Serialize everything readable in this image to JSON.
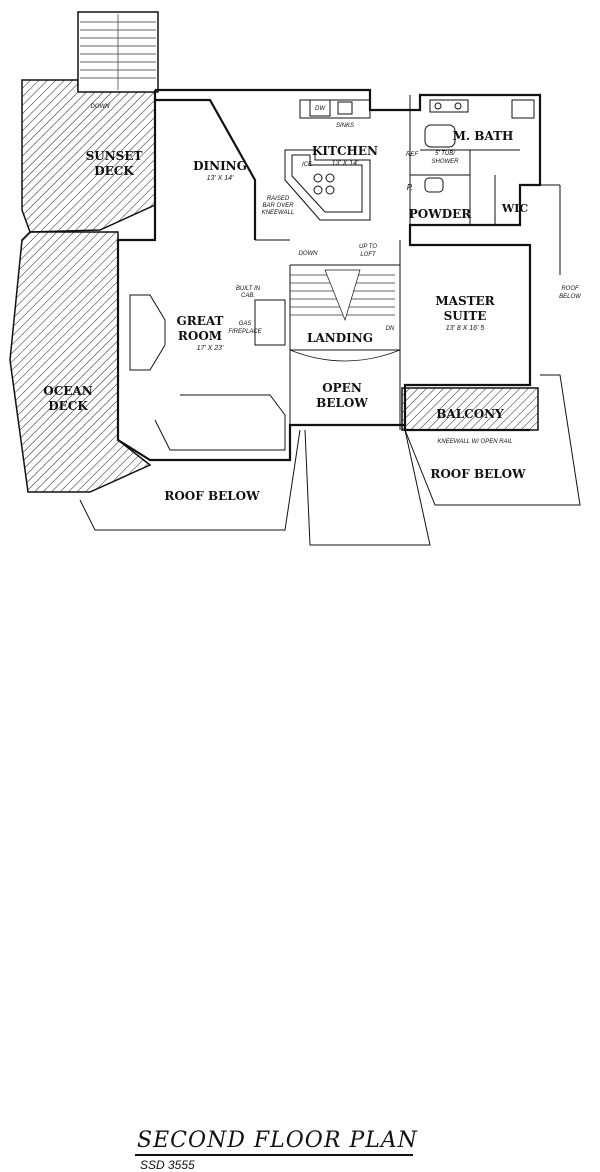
{
  "title": "SECOND FLOOR PLAN",
  "plan_code": "SSD 3555",
  "rooms": {
    "sunset_deck": [
      "SUNSET",
      "DECK"
    ],
    "dining": "DINING",
    "dining_dim": "13' X 14'",
    "kitchen": "KITCHEN",
    "kitchen_dim": "13' X 14'",
    "master_bath": "M. BATH",
    "powder": "POWDER",
    "wic": "WIC",
    "great_room": [
      "GREAT",
      "ROOM"
    ],
    "great_room_dim": "17' X 23'",
    "landing": "LANDING",
    "open_below": [
      "OPEN",
      "BELOW"
    ],
    "master_suite": [
      "MASTER",
      "SUITE"
    ],
    "master_suite_dim": "13' 8 X 16' 5",
    "ocean_deck": [
      "OCEAN",
      "DECK"
    ],
    "balcony": "BALCONY"
  },
  "notes": {
    "down_deck": "DOWN",
    "dw": "DW",
    "sinks": "SINKS",
    "ice": "ICE",
    "ref": "REF",
    "tub_shower": [
      "5' TUB/",
      "SHOWER"
    ],
    "p": "P.",
    "raised_bar": [
      "RAISED",
      "BAR OVER",
      "KNEEWALL"
    ],
    "down_stair": "DOWN",
    "up_to_loft": [
      "UP TO",
      "LOFT"
    ],
    "built_in_cab": [
      "BUILT IN",
      "CAB."
    ],
    "gas_fireplace": [
      "GAS",
      "FIREPLACE"
    ],
    "dn": "DN",
    "roof_below_right": [
      "ROOF",
      "BELOW"
    ],
    "kneewall_rail": "KNEEWALL W/ OPEN RAIL",
    "roof_below_center": "ROOF BELOW",
    "roof_below_left": "ROOF BELOW"
  },
  "colors": {
    "ink": "#111111",
    "paper": "#ffffff"
  }
}
